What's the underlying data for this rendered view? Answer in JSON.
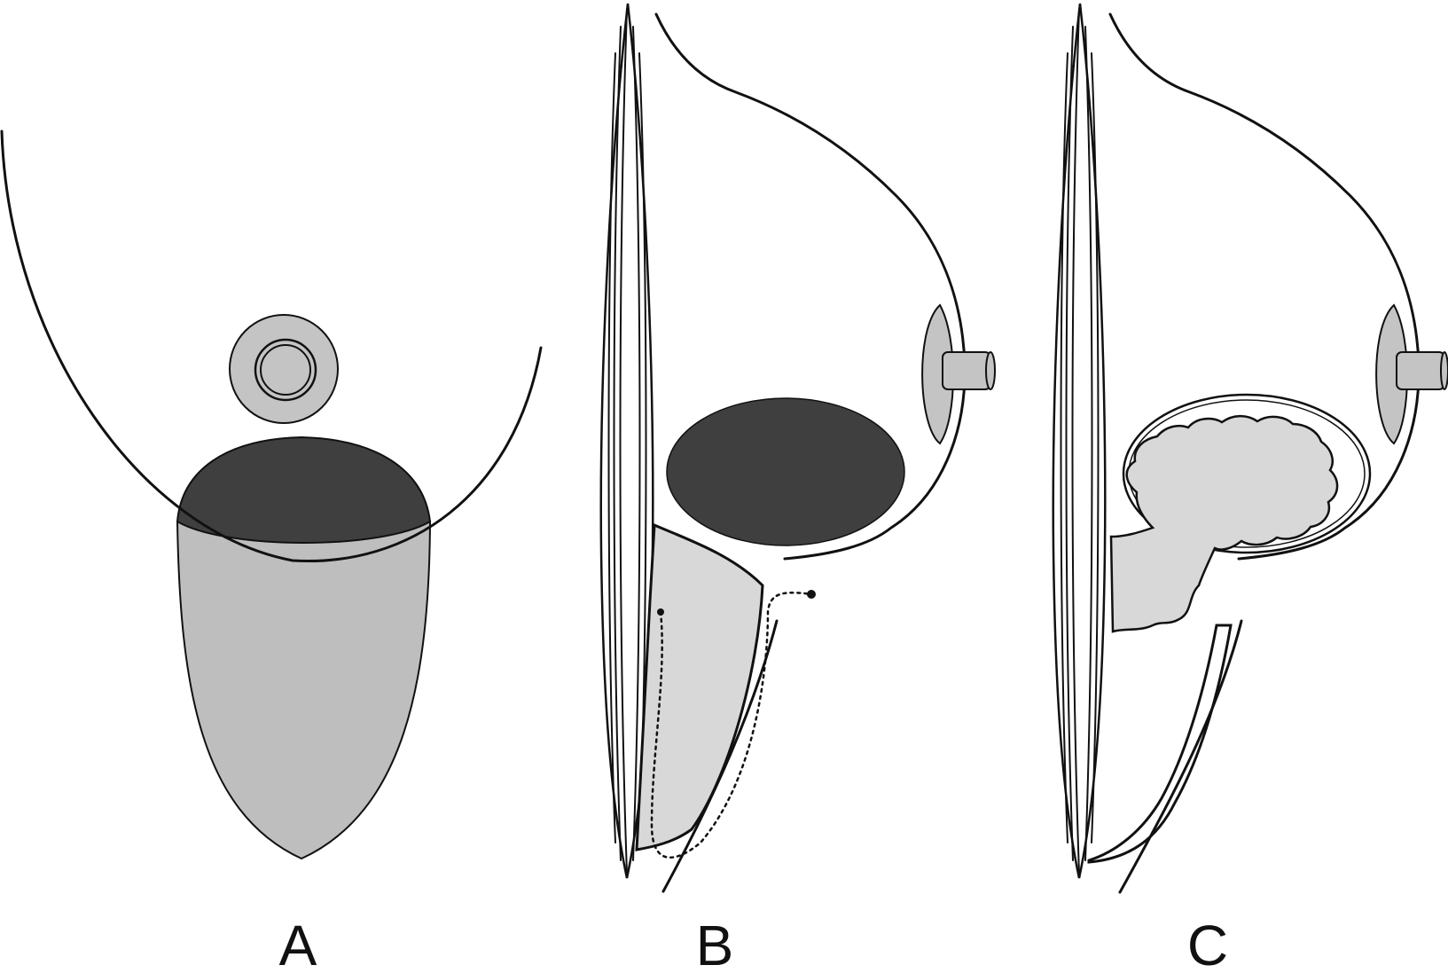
{
  "panels": [
    {
      "id": "A",
      "label": "A"
    },
    {
      "id": "B",
      "label": "B"
    },
    {
      "id": "C",
      "label": "C"
    }
  ],
  "colors": {
    "stroke": "#111111",
    "light_tissue": "#bebebe",
    "areola": "#c4c4c4",
    "pale_fill": "#d8d8d8",
    "implant_dark": "#3f3f3f",
    "background": "#ffffff"
  }
}
